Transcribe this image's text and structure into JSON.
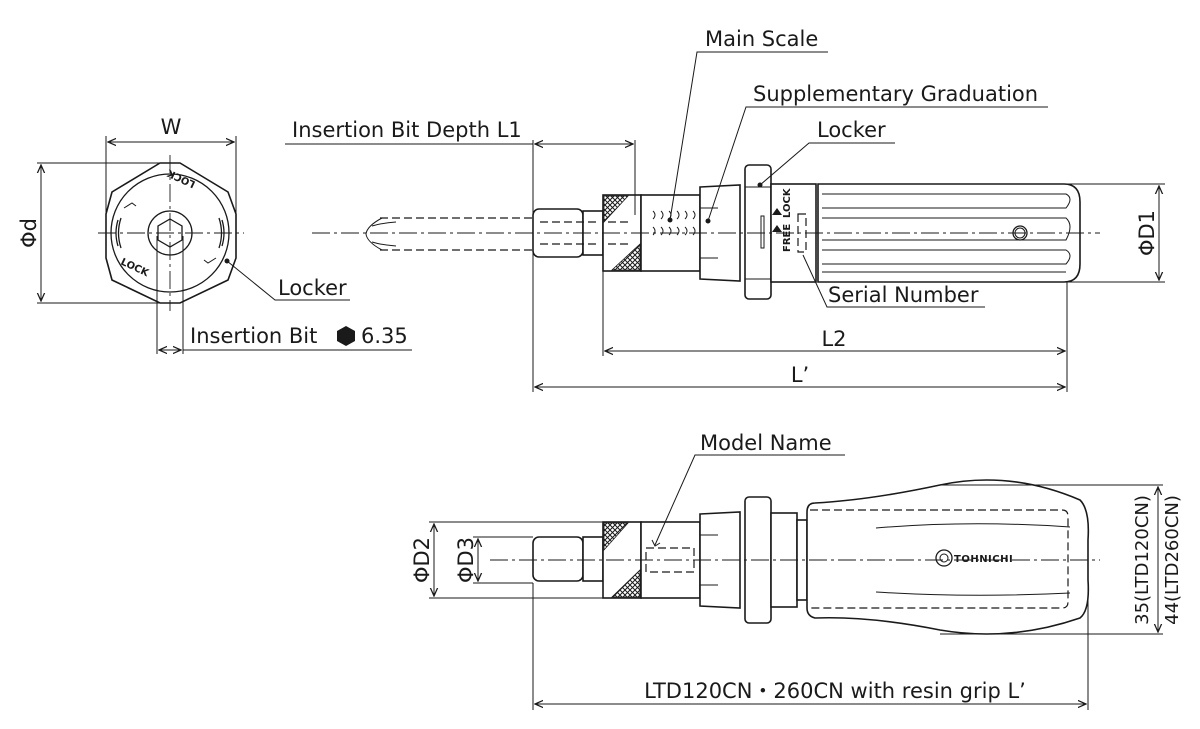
{
  "title": "Torque screwdriver dimension drawing",
  "end_view": {
    "width_label": "W",
    "diameter_label": "Φd",
    "lock_text_top": "LOCK",
    "lock_text_bottom": "LOCK",
    "locker_label": "Locker",
    "insertion_bit_label": "Insertion Bit",
    "insertion_bit_size": "6.35",
    "hex_icon": "hexagon-filled-icon"
  },
  "side_view": {
    "insertion_bit_depth_label": "Insertion Bit Depth L1",
    "main_scale_label": "Main Scale",
    "supplementary_graduation_label": "Supplementary Graduation",
    "locker_label": "Locker",
    "lock_marking": "LOCK",
    "free_marking": "FREE",
    "serial_number_label": "Serial Number",
    "grip_diameter_label": "ΦD1",
    "l2_label": "L2",
    "l_prime_label": "L’"
  },
  "resin_grip_view": {
    "model_name_label": "Model Name",
    "d2_label": "ΦD2",
    "d3_label": "ΦD3",
    "grip_dim_120": "35(LTD120CN)",
    "grip_dim_260": "44(LTD260CN)",
    "logo_text": "TOHNICHI",
    "overall_length_label": "LTD120CN・260CN with resin grip L’"
  }
}
